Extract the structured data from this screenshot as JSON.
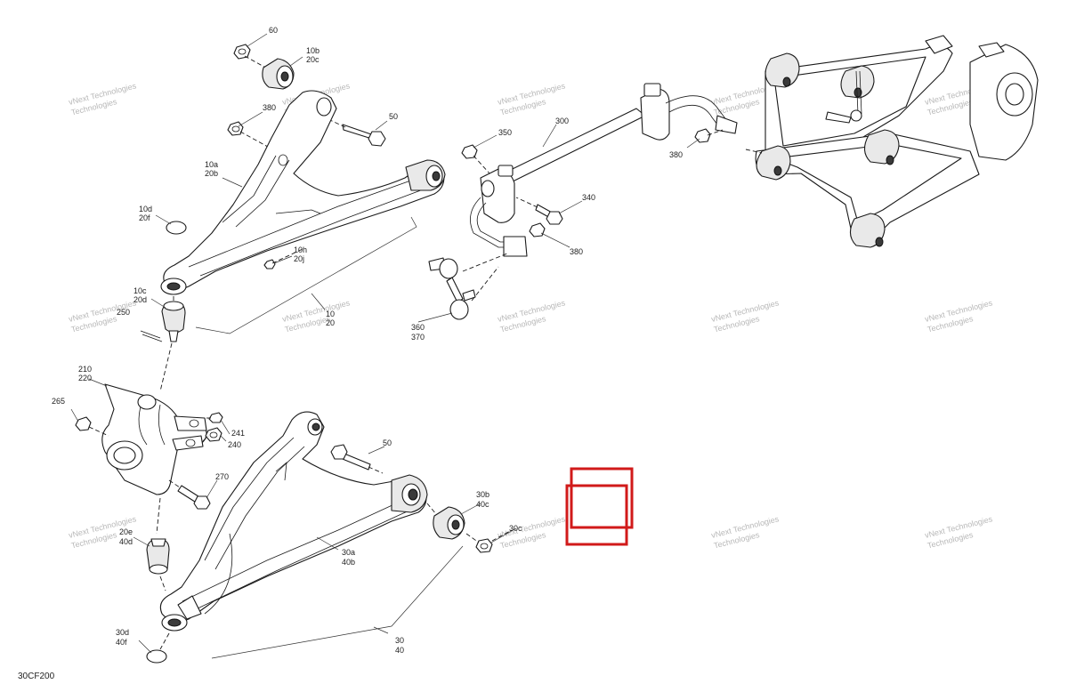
{
  "diagram_code": "30CF200",
  "watermark": {
    "line1": "vNext Technologies",
    "line2": "Technologies"
  },
  "callouts": {
    "c60": "60",
    "c10b": "10b",
    "c20c": "20c",
    "c50_top": "50",
    "c380_top": "380",
    "c10a": "10a",
    "c20b": "20b",
    "c10d": "10d",
    "c20f": "20f",
    "c10h": "10h",
    "c20j": "20j",
    "c10c": "10c",
    "c20d": "20d",
    "c250": "250",
    "c10": "10",
    "c20": "20",
    "c300": "300",
    "c350": "350",
    "c380_mid": "380",
    "c340": "340",
    "c380_low": "380",
    "c360": "360",
    "c370": "370",
    "c210": "210",
    "c220": "220",
    "c265": "265",
    "c241": "241",
    "c240": "240",
    "c50_low": "50",
    "c270": "270",
    "c30b": "30b",
    "c40c": "40c",
    "c30c": "30c",
    "c20e": "20e",
    "c40d": "40d",
    "c30a": "30a",
    "c40b": "40b",
    "c30d": "30d",
    "c40f": "40f",
    "c30": "30",
    "c40": "40"
  },
  "colors": {
    "highlight": "#d11a1a",
    "line": "#1a1a1a",
    "watermark": "#b8b8b8"
  }
}
